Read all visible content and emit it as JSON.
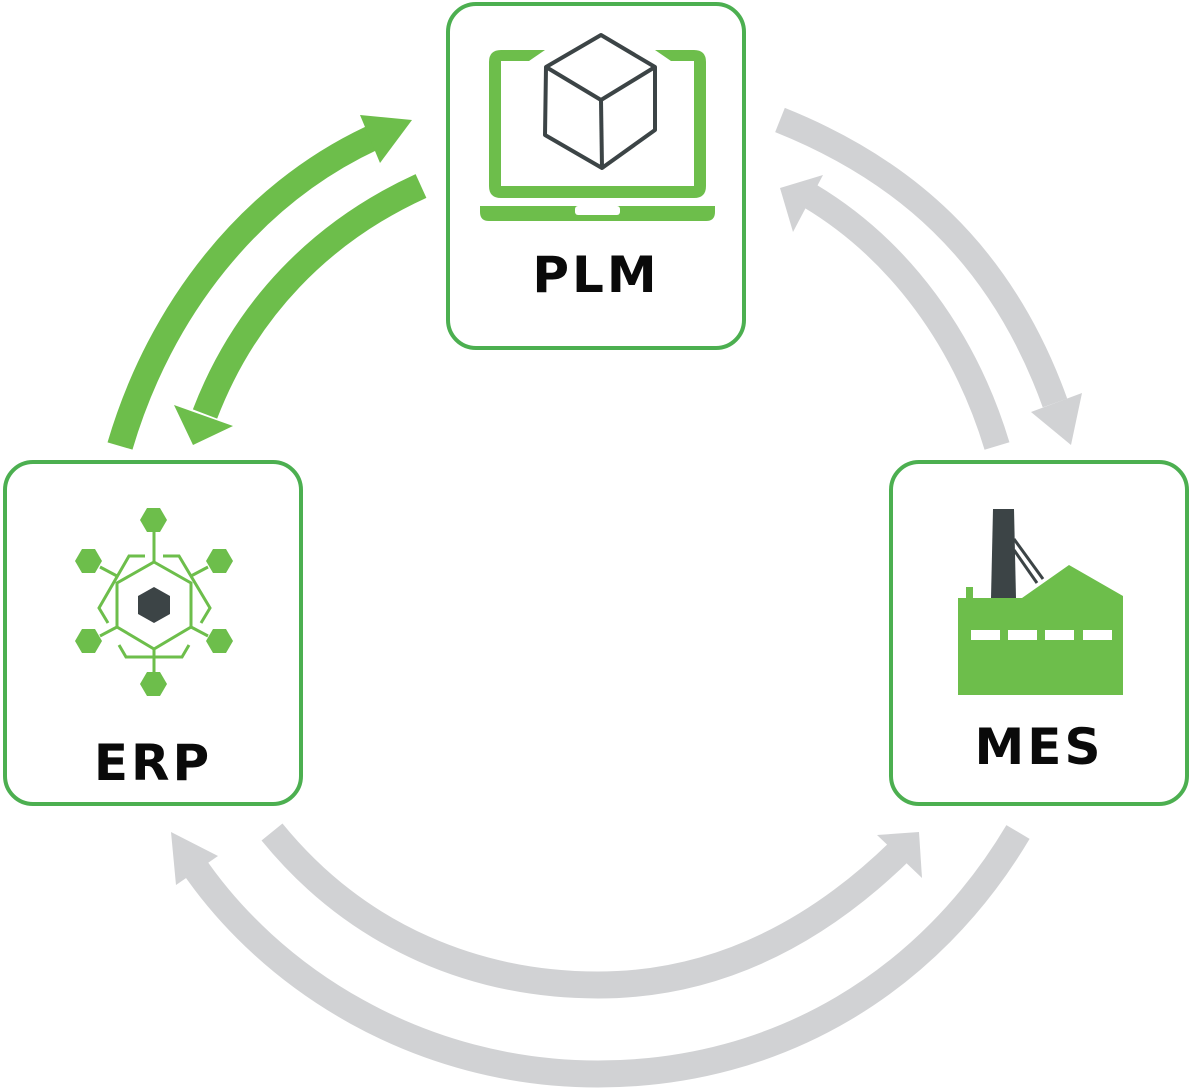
{
  "diagram": {
    "type": "cycle",
    "nodes": [
      {
        "id": "plm",
        "label": "PLM",
        "icon": "laptop-cube-icon",
        "position": "top"
      },
      {
        "id": "erp",
        "label": "ERP",
        "icon": "hexagon-network-icon",
        "position": "bottom-left"
      },
      {
        "id": "mes",
        "label": "MES",
        "icon": "factory-icon",
        "position": "bottom-right"
      }
    ],
    "edges": [
      {
        "from": "erp",
        "to": "plm",
        "color_role": "accent"
      },
      {
        "from": "plm",
        "to": "erp",
        "color_role": "accent"
      },
      {
        "from": "plm",
        "to": "mes",
        "color_role": "muted"
      },
      {
        "from": "mes",
        "to": "plm",
        "color_role": "muted"
      },
      {
        "from": "erp",
        "to": "mes",
        "color_role": "muted"
      },
      {
        "from": "mes",
        "to": "erp",
        "color_role": "muted"
      }
    ]
  },
  "colors": {
    "accent_green": "#6dbe4b",
    "border_green": "#4caf50",
    "muted_gray": "#d1d2d4",
    "icon_dark": "#3c4446",
    "label_black": "#0a0a0a"
  }
}
